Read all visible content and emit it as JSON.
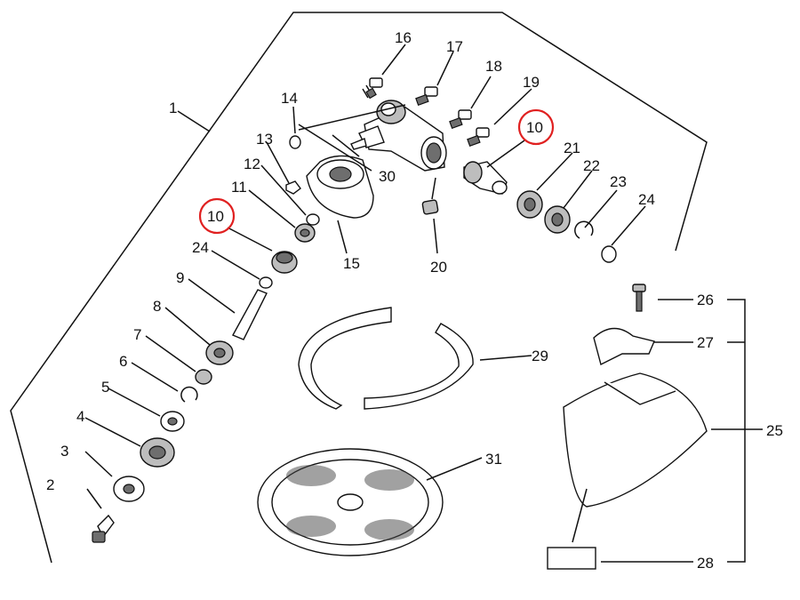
{
  "labels": {
    "p1": "1",
    "p2": "2",
    "p3": "3",
    "p4": "4",
    "p5": "5",
    "p6": "6",
    "p7": "7",
    "p8": "8",
    "p9": "9",
    "p10": "10",
    "p11": "11",
    "p12": "12",
    "p13": "13",
    "p14": "14",
    "p15": "15",
    "p16": "16",
    "p17": "17",
    "p18": "18",
    "p19": "19",
    "p20": "20",
    "p21": "21",
    "p22": "22",
    "p23": "23",
    "p24": "24",
    "p25": "25",
    "p26": "26",
    "p27": "27",
    "p28": "28",
    "p29": "29",
    "p30": "30",
    "p31": "31"
  },
  "highlight_color": "#e02020"
}
